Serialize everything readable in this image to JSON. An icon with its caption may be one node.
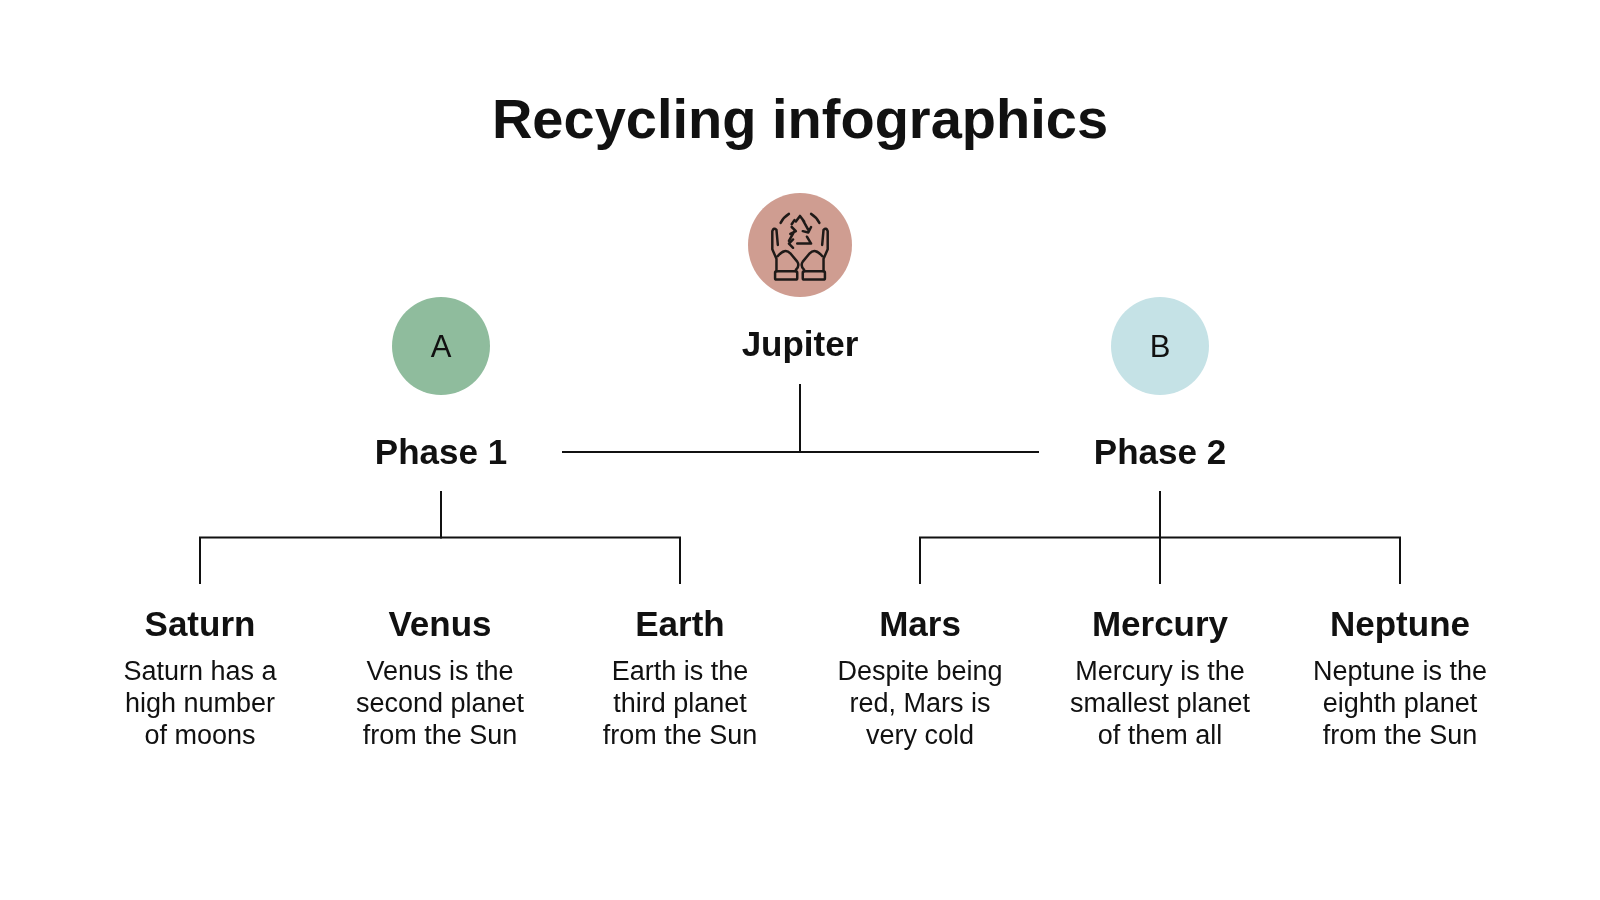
{
  "diagram": {
    "title": "Recycling infographics",
    "nodes": [
      {
        "text": [],
        "shape": "circle"
      },
      {
        "text": [
          "A"
        ]
      },
      {
        "text": [
          "Jupiter"
        ]
      },
      {
        "text": [
          "B"
        ]
      },
      {
        "text": [
          "Phase 1"
        ]
      },
      {
        "text": [
          "Phase 2"
        ]
      },
      {
        "text": [
          "Saturn",
          "Saturn has a high number of moons"
        ]
      },
      {
        "text": [
          "Venus",
          "Venus is the second planet from the Sun"
        ]
      },
      {
        "text": [
          "Earth",
          "Earth is the third planet from the Sun"
        ]
      },
      {
        "text": [
          "Mars",
          "Despite being red, Mars is very cold"
        ]
      },
      {
        "text": [
          "Mercury",
          "Mercury is the smallest planet of them all"
        ]
      },
      {
        "text": [
          "Neptune",
          "Neptune is the eighth planet from the Sun"
        ]
      }
    ],
    "edges": [
      {
        "from": 2,
        "to": 4,
        "arrow": "none"
      },
      {
        "from": 2,
        "to": 5,
        "arrow": "none"
      },
      {
        "from": 4,
        "to": 6,
        "arrow": "none"
      },
      {
        "from": 4,
        "to": 8,
        "arrow": "none"
      },
      {
        "from": 5,
        "to": 9,
        "arrow": "none"
      },
      {
        "from": 5,
        "to": 10,
        "arrow": "none"
      },
      {
        "from": 5,
        "to": 11,
        "arrow": "none"
      }
    ]
  }
}
